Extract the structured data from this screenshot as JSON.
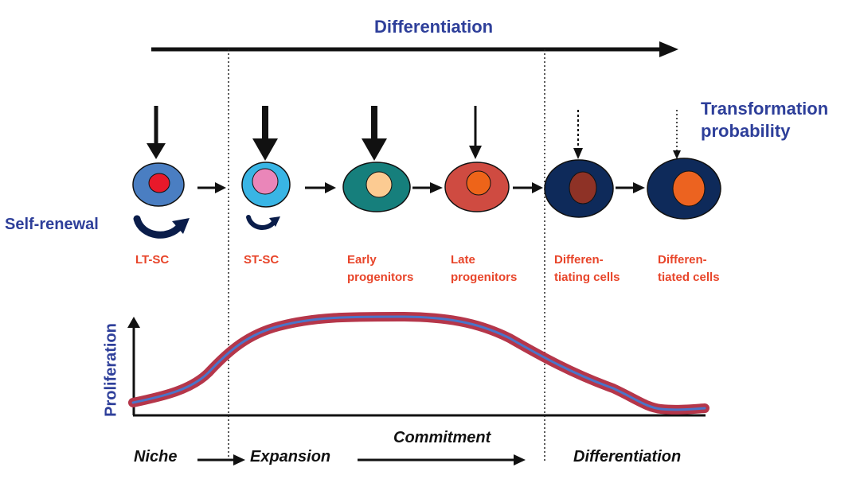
{
  "header": {
    "title": "Differentiation",
    "transformation_label_1": "Transformation",
    "transformation_label_2": "probability"
  },
  "self_renewal": "Self-renewal",
  "cells": [
    {
      "line1": "LT-SC",
      "line2": ""
    },
    {
      "line1": "ST-SC",
      "line2": ""
    },
    {
      "line1": "Early",
      "line2": "progenitors"
    },
    {
      "line1": "Late",
      "line2": "progenitors"
    },
    {
      "line1": "Differen-",
      "line2": "tiating cells"
    },
    {
      "line1": "Differen-",
      "line2": "tiated cells"
    }
  ],
  "axis": {
    "ylabel": "Proliferation"
  },
  "stages": {
    "niche": "Niche",
    "expansion": "Expansion",
    "commitment": "Commitment",
    "differentiation": "Differentiation"
  },
  "colors": {
    "title_blue": "#2e3f9a",
    "label_red": "#e8452a",
    "curve_outer": "#b5364a",
    "curve_inner": "#4a74c8"
  }
}
